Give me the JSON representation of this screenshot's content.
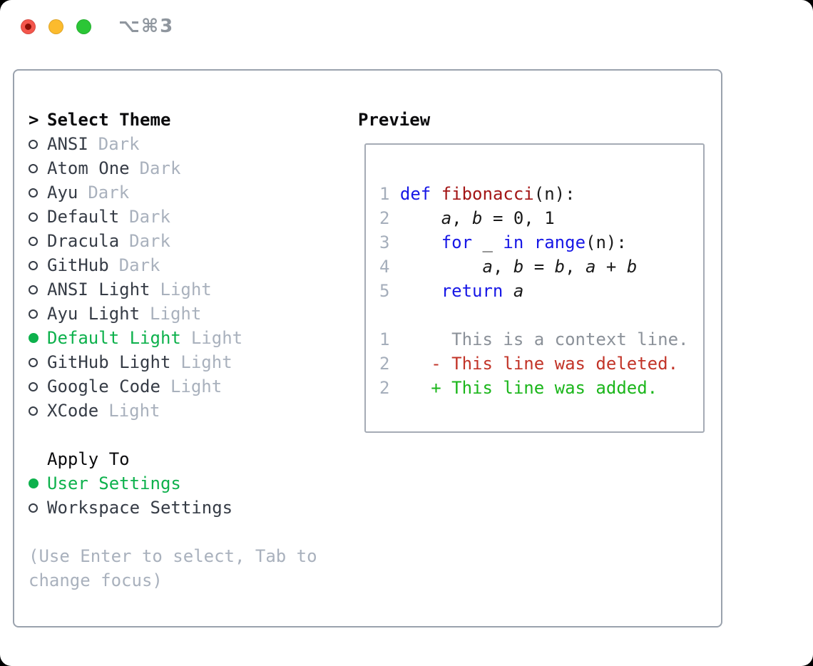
{
  "window": {
    "shortcut_hint": "⌥⌘3"
  },
  "colors": {
    "select_green": "#0db14c",
    "keyword_blue": "#1717e6",
    "function_red": "#a31515",
    "deleted_red": "#c23428",
    "added_green": "#1bb61b",
    "context_gray": "#8b9199",
    "line_number_gray": "#a5aebb",
    "tag_gray": "#a9b1bd",
    "item_dark": "#363c46",
    "heading_black": "#0b0b0d",
    "help_gray": "#a9b1bd",
    "panel_border": "#9aa2ad",
    "preview_border": "#a5abb5",
    "traffic_red": "#f4564c",
    "traffic_red_dot": "#8a0f06",
    "traffic_yellow": "#fcbb2d",
    "traffic_green": "#2bc636",
    "shortcut_gray": "#8f969e"
  },
  "theme_panel": {
    "title_prefix": ">",
    "title": "Select Theme",
    "items": [
      {
        "name": "ANSI",
        "tag": "Dark",
        "selected": false
      },
      {
        "name": "Atom One",
        "tag": "Dark",
        "selected": false
      },
      {
        "name": "Ayu",
        "tag": "Dark",
        "selected": false
      },
      {
        "name": "Default",
        "tag": "Dark",
        "selected": false
      },
      {
        "name": "Dracula",
        "tag": "Dark",
        "selected": false
      },
      {
        "name": "GitHub",
        "tag": "Dark",
        "selected": false
      },
      {
        "name": "ANSI Light",
        "tag": "Light",
        "selected": false
      },
      {
        "name": "Ayu Light",
        "tag": "Light",
        "selected": false
      },
      {
        "name": "Default Light",
        "tag": "Light",
        "selected": true
      },
      {
        "name": "GitHub Light",
        "tag": "Light",
        "selected": false
      },
      {
        "name": "Google Code",
        "tag": "Light",
        "selected": false
      },
      {
        "name": "XCode",
        "tag": "Light",
        "selected": false
      }
    ],
    "apply_to": {
      "title": "Apply To",
      "options": [
        {
          "name": "User Settings",
          "selected": true
        },
        {
          "name": "Workspace Settings",
          "selected": false
        }
      ]
    },
    "help_lines": [
      "(Use Enter to select, Tab to",
      "change focus)"
    ]
  },
  "preview": {
    "title": "Preview",
    "code_lines": [
      {
        "num": "1",
        "segments": [
          {
            "t": "def",
            "c": "kw"
          },
          {
            "t": " "
          },
          {
            "t": "fibonacci",
            "c": "fn"
          },
          {
            "t": "(n):"
          }
        ]
      },
      {
        "num": "2",
        "segments": [
          {
            "t": "    "
          },
          {
            "t": "a",
            "c": "it"
          },
          {
            "t": ", "
          },
          {
            "t": "b",
            "c": "it"
          },
          {
            "t": " = 0, 1"
          }
        ]
      },
      {
        "num": "3",
        "segments": [
          {
            "t": "    "
          },
          {
            "t": "for",
            "c": "kw"
          },
          {
            "t": " _ "
          },
          {
            "t": "in",
            "c": "kw"
          },
          {
            "t": " "
          },
          {
            "t": "range",
            "c": "kw"
          },
          {
            "t": "(n):"
          }
        ]
      },
      {
        "num": "4",
        "segments": [
          {
            "t": "        "
          },
          {
            "t": "a",
            "c": "it"
          },
          {
            "t": ", "
          },
          {
            "t": "b",
            "c": "it"
          },
          {
            "t": " = "
          },
          {
            "t": "b",
            "c": "it"
          },
          {
            "t": ", "
          },
          {
            "t": "a",
            "c": "it"
          },
          {
            "t": " + "
          },
          {
            "t": "b",
            "c": "it"
          }
        ]
      },
      {
        "num": "5",
        "segments": [
          {
            "t": "    "
          },
          {
            "t": "return",
            "c": "kw"
          },
          {
            "t": " "
          },
          {
            "t": "a",
            "c": "it"
          }
        ]
      }
    ],
    "diff_lines": [
      {
        "num": "1",
        "text": "     This is a context line.",
        "type": "context"
      },
      {
        "num": "2",
        "text": "   - This line was deleted.",
        "type": "deleted"
      },
      {
        "num": "2",
        "text": "   + This line was added.",
        "type": "added"
      }
    ]
  }
}
